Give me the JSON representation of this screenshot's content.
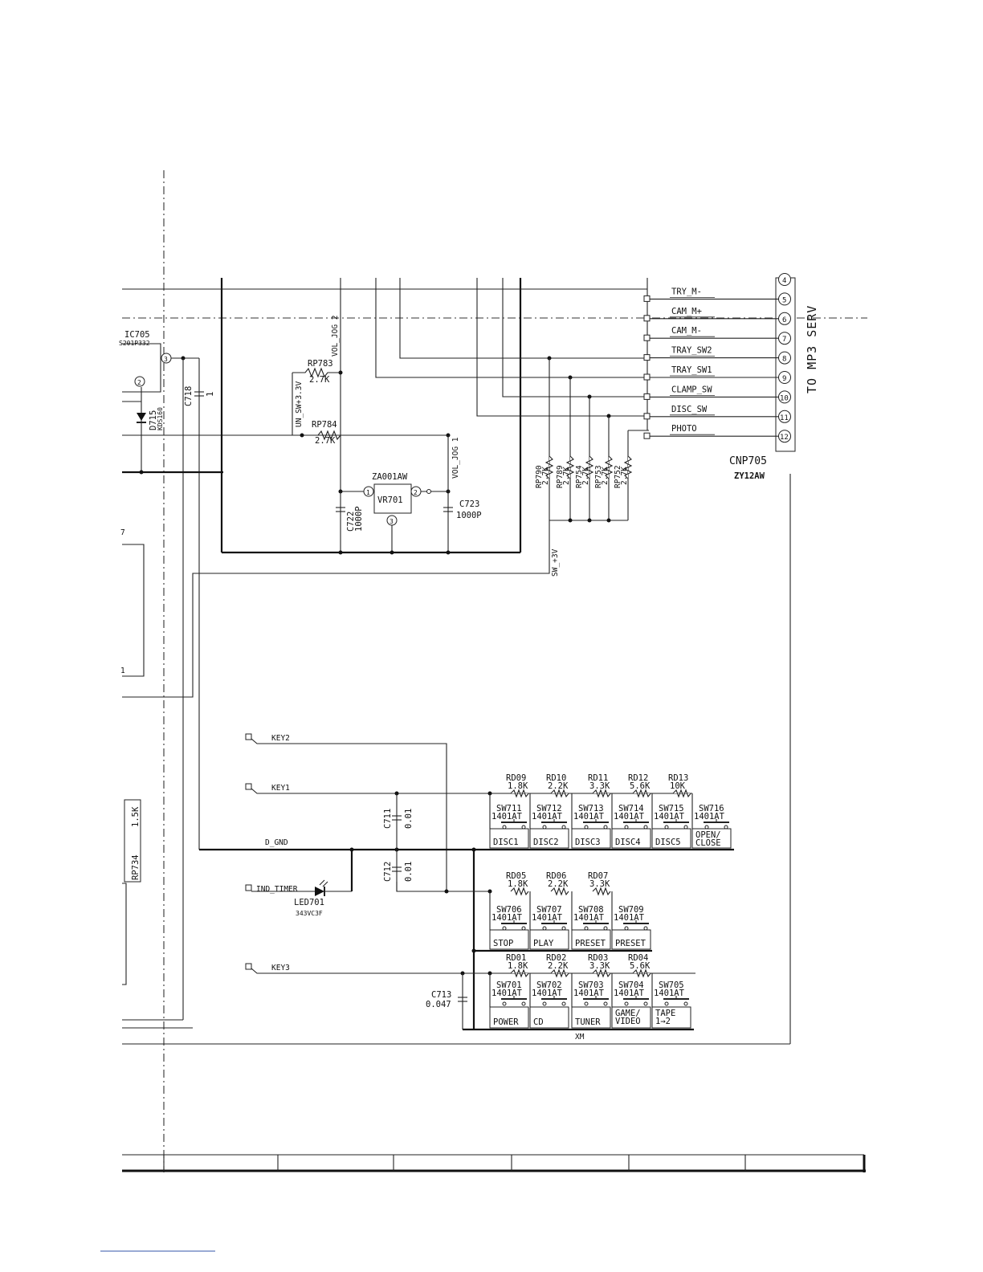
{
  "ic705": {
    "ref": "IC705",
    "part": "S201P332",
    "pin3": "3",
    "pin2": "2"
  },
  "d715": {
    "ref": "D715",
    "part": "KDS160"
  },
  "c718": {
    "ref": "C718",
    "value": "1"
  },
  "vol_jog_2": "VOL_JOG 2",
  "vol_jog_1": "VOL_JOG 1",
  "un_sw_3v3": "UN_SW+3.3V",
  "rp783": {
    "ref": "RP783",
    "value": "2.7K"
  },
  "rp784": {
    "ref": "RP784",
    "value": "2.7K"
  },
  "za001aw": "ZA001AW",
  "vr701": {
    "ref": "VR701",
    "pin1": "1",
    "pin2": "2",
    "pin3": "3"
  },
  "c722": {
    "ref": "C722",
    "value": "1000P"
  },
  "c723": {
    "ref": "C723",
    "value": "1000P"
  },
  "pullups": [
    {
      "ref": "RP790",
      "value": "2.7K"
    },
    {
      "ref": "RP789",
      "value": "2.7K"
    },
    {
      "ref": "RP754",
      "value": "2.7K"
    },
    {
      "ref": "RP753",
      "value": "2.7K"
    },
    {
      "ref": "RP752",
      "value": "2.7K"
    }
  ],
  "sw_3v": "SW_+3V",
  "cnp705": {
    "ref": "CNP705",
    "part": "ZY12AW",
    "destination": "TO MP3 SERV",
    "pins": [
      {
        "num": "4",
        "signal": ""
      },
      {
        "num": "5",
        "signal": "TRY_M-"
      },
      {
        "num": "6",
        "signal": "CAM_M+"
      },
      {
        "num": "7",
        "signal": "CAM_M-"
      },
      {
        "num": "8",
        "signal": "TRAY_SW2"
      },
      {
        "num": "9",
        "signal": "TRAY_SW1"
      },
      {
        "num": "10",
        "signal": "CLAMP_SW"
      },
      {
        "num": "11",
        "signal": "DISC_SW"
      },
      {
        "num": "12",
        "signal": "PHOTO"
      }
    ]
  },
  "nets": {
    "key2": "KEY2",
    "key1": "KEY1",
    "d_gnd": "D_GND",
    "ind_timer": "IND_TIMER",
    "key3": "KEY3"
  },
  "c711": {
    "ref": "C711",
    "value": "0.01"
  },
  "c712": {
    "ref": "C712",
    "value": "0.01"
  },
  "c713": {
    "ref": "C713",
    "value": "0.047"
  },
  "led701": {
    "ref": "LED701",
    "part": "343VC3F"
  },
  "rp734": {
    "ref": "RP734",
    "value": "1.5K"
  },
  "key1_row": [
    {
      "res": "RD09",
      "val": "1.8K",
      "sw": "SW711",
      "part": "1401AT",
      "label": "DISC1"
    },
    {
      "res": "RD10",
      "val": "2.2K",
      "sw": "SW712",
      "part": "1401AT",
      "label": "DISC2"
    },
    {
      "res": "RD11",
      "val": "3.3K",
      "sw": "SW713",
      "part": "1401AT",
      "label": "DISC3"
    },
    {
      "res": "RD12",
      "val": "5.6K",
      "sw": "SW714",
      "part": "1401AT",
      "label": "DISC4"
    },
    {
      "res": "RD13",
      "val": "10K",
      "sw": "SW715",
      "part": "1401AT",
      "label": "DISC5"
    },
    {
      "res": "",
      "val": "",
      "sw": "SW716",
      "part": "1401AT",
      "label": "OPEN/",
      "label2": "CLOSE"
    }
  ],
  "key2_row": [
    {
      "res": "RD05",
      "val": "1.8K",
      "sw": "SW706",
      "part": "1401AT",
      "label": "STOP"
    },
    {
      "res": "RD06",
      "val": "2.2K",
      "sw": "SW707",
      "part": "1401AT",
      "label": "PLAY"
    },
    {
      "res": "RD07",
      "val": "3.3K",
      "sw": "SW708",
      "part": "1401AT",
      "label": "PRESET"
    },
    {
      "res": "",
      "val": "",
      "sw": "SW709",
      "part": "1401AT",
      "label": "PRESET"
    }
  ],
  "key3_row": [
    {
      "res": "RD01",
      "val": "1.8K",
      "sw": "SW701",
      "part": "1401AT",
      "label": "POWER"
    },
    {
      "res": "RD02",
      "val": "2.2K",
      "sw": "SW702",
      "part": "1401AT",
      "label": "CD"
    },
    {
      "res": "RD03",
      "val": "3.3K",
      "sw": "SW703",
      "part": "1401AT",
      "label": "TUNER"
    },
    {
      "res": "RD04",
      "val": "5.6K",
      "sw": "SW704",
      "part": "1401AT",
      "label": "GAME/",
      "label2": "VIDEO"
    },
    {
      "res": "",
      "val": "",
      "sw": "SW705",
      "part": "1401AT",
      "label": "TAPE",
      "label2": "1→2"
    }
  ],
  "xm": "XM",
  "fragments": {
    "left_7": "7",
    "left_1": "1"
  }
}
